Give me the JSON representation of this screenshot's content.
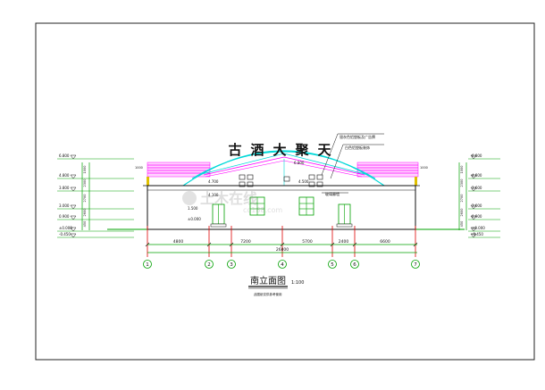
{
  "sign_text": "古酒大聚天",
  "drawing_title": "南立面图",
  "drawing_scale": "1:100",
  "subtitle": "此图纸仅供参考使用",
  "notes": {
    "note1": "银灰色铝塑板及广告牌",
    "note2": "白色铝塑板装饰",
    "note3": "玻璃幕墙"
  },
  "watermark": "土木在线",
  "watermark_url": "co188.com",
  "elevation_left": [
    "6.800",
    "4.800",
    "3.800",
    "3.000",
    "0.900",
    "±0.000",
    "-0.450"
  ],
  "elevation_right": [
    "6.800",
    "4.800",
    "3.600",
    "3.000",
    "0.900",
    "±0.000",
    "-0.450"
  ],
  "vertical_dims_left": [
    "1000",
    "2300",
    "2700",
    "2600",
    "450"
  ],
  "vertical_dims_right": [
    "1000",
    "2300",
    "2700",
    "2600",
    "450"
  ],
  "inner_levels": {
    "lvl1": "6.800",
    "lvl2": "4.500",
    "lvl3": "4.700",
    "lvl4": "4.100",
    "lvl5": "1.500",
    "lvl6": "±0.000"
  },
  "dim_segments": [
    "4800",
    "7200",
    "5700",
    "2400",
    "6600"
  ],
  "dim_total": "26800",
  "axes": [
    "1",
    "2",
    "3",
    "4",
    "5",
    "6",
    "7"
  ],
  "colors": {
    "frame": "#222222",
    "building": "#ffffff",
    "cyan": "#00d8d8",
    "green": "#00c000",
    "red": "#e00000",
    "magenta": "#ff00ff",
    "yellow": "#e0c000",
    "blue": "#0000ff"
  }
}
